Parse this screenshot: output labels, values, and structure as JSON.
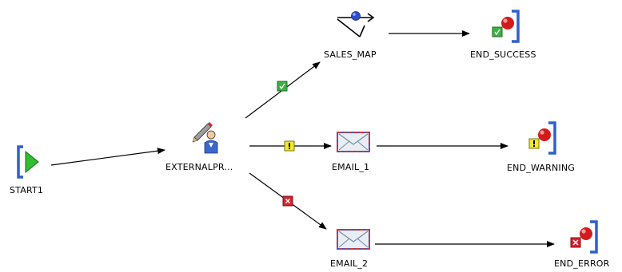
{
  "nodes": {
    "start": {
      "label": "START1",
      "icon": "start-icon"
    },
    "externalpr": {
      "label": "EXTERNALPR...",
      "icon": "human-task-icon"
    },
    "sales_map": {
      "label": "SALES_MAP",
      "icon": "map-icon"
    },
    "email_1": {
      "label": "EMAIL_1",
      "icon": "email-icon"
    },
    "email_2": {
      "label": "EMAIL_2",
      "icon": "email-icon"
    },
    "end_success": {
      "label": "END_SUCCESS",
      "icon": "end-success-icon"
    },
    "end_warning": {
      "label": "END_WARNING",
      "icon": "end-warning-icon"
    },
    "end_error": {
      "label": "END_ERROR",
      "icon": "end-error-icon"
    }
  },
  "edges": [
    {
      "from": "start",
      "to": "externalpr",
      "condition": ""
    },
    {
      "from": "externalpr",
      "to": "sales_map",
      "condition": "success"
    },
    {
      "from": "externalpr",
      "to": "email_1",
      "condition": "warning"
    },
    {
      "from": "externalpr",
      "to": "email_2",
      "condition": "error"
    },
    {
      "from": "sales_map",
      "to": "end_success",
      "condition": ""
    },
    {
      "from": "email_1",
      "to": "end_warning",
      "condition": ""
    },
    {
      "from": "email_2",
      "to": "end_error",
      "condition": ""
    }
  ],
  "colors": {
    "success": "#3cb043",
    "warning": "#f2e82c",
    "error": "#d9232a",
    "bracket": "#2f5fd0",
    "start_arrow": "#2fbf2f",
    "end_ball": "#d21c1c"
  }
}
